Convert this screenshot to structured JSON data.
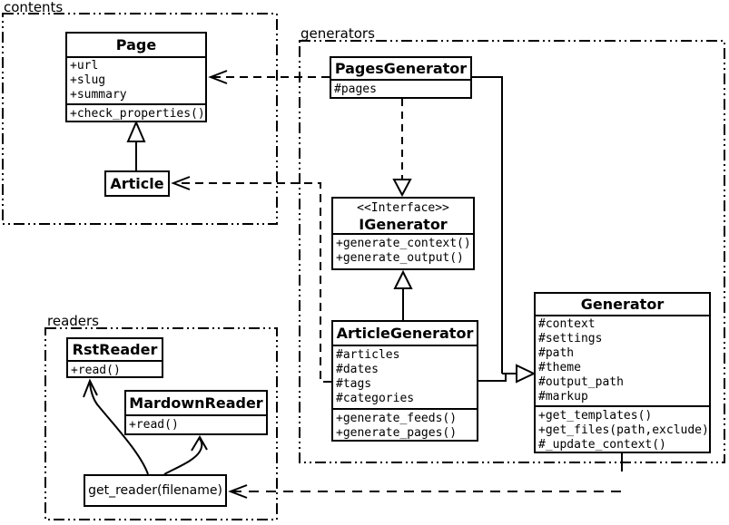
{
  "diagram": {
    "packages": [
      {
        "label": "contents"
      },
      {
        "label": "generators"
      },
      {
        "label": "readers"
      }
    ],
    "classes": {
      "page": {
        "name": "Page",
        "attributes": [
          "+url",
          "+slug",
          "+summary"
        ],
        "methods": [
          "+check_properties()"
        ]
      },
      "article": {
        "name": "Article"
      },
      "pages_generator": {
        "name": "PagesGenerator",
        "attributes": [
          "#pages"
        ]
      },
      "igenerator": {
        "stereotype": "<<Interface>>",
        "name": "IGenerator",
        "methods": [
          "+generate_context()",
          "+generate_output()"
        ]
      },
      "article_generator": {
        "name": "ArticleGenerator",
        "attributes": [
          "#articles",
          "#dates",
          "#tags",
          "#categories"
        ],
        "methods": [
          "+generate_feeds()",
          "+generate_pages()"
        ]
      },
      "generator": {
        "name": "Generator",
        "attributes": [
          "#context",
          "#settings",
          "#path",
          "#theme",
          "#output_path",
          "#markup"
        ],
        "methods": [
          "+get_templates()",
          "+get_files(path,exclude)",
          "#_update_context()"
        ]
      },
      "rst_reader": {
        "name": "RstReader",
        "methods": [
          "+read()"
        ]
      },
      "mardown_reader": {
        "name": "MardownReader",
        "methods": [
          "+read()"
        ]
      },
      "get_reader": {
        "label": "get_reader(filename)"
      }
    },
    "colors": {
      "line": "#000000",
      "background": "#ffffff",
      "box_fill": "#ffffff"
    }
  }
}
